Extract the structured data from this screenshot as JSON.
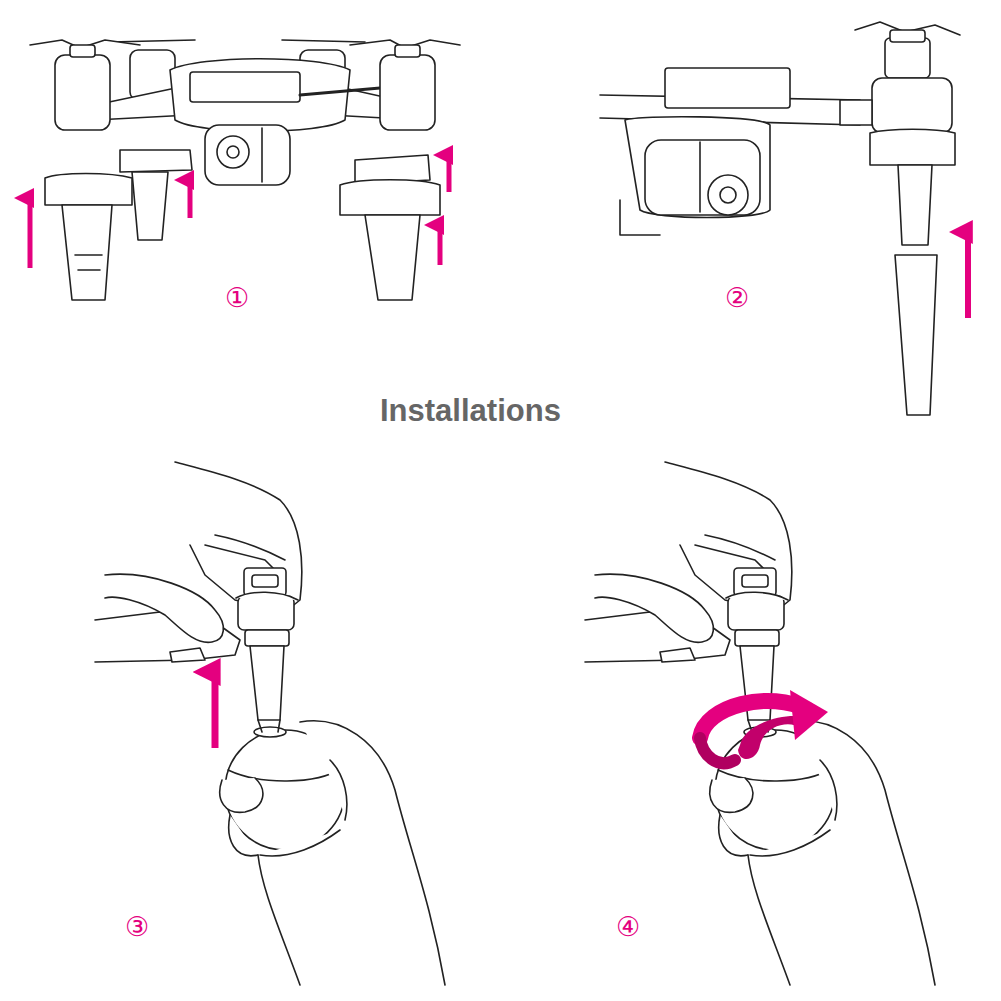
{
  "diagram": {
    "title": "Installations",
    "labels": [
      "①",
      "②",
      "③",
      "④"
    ]
  }
}
